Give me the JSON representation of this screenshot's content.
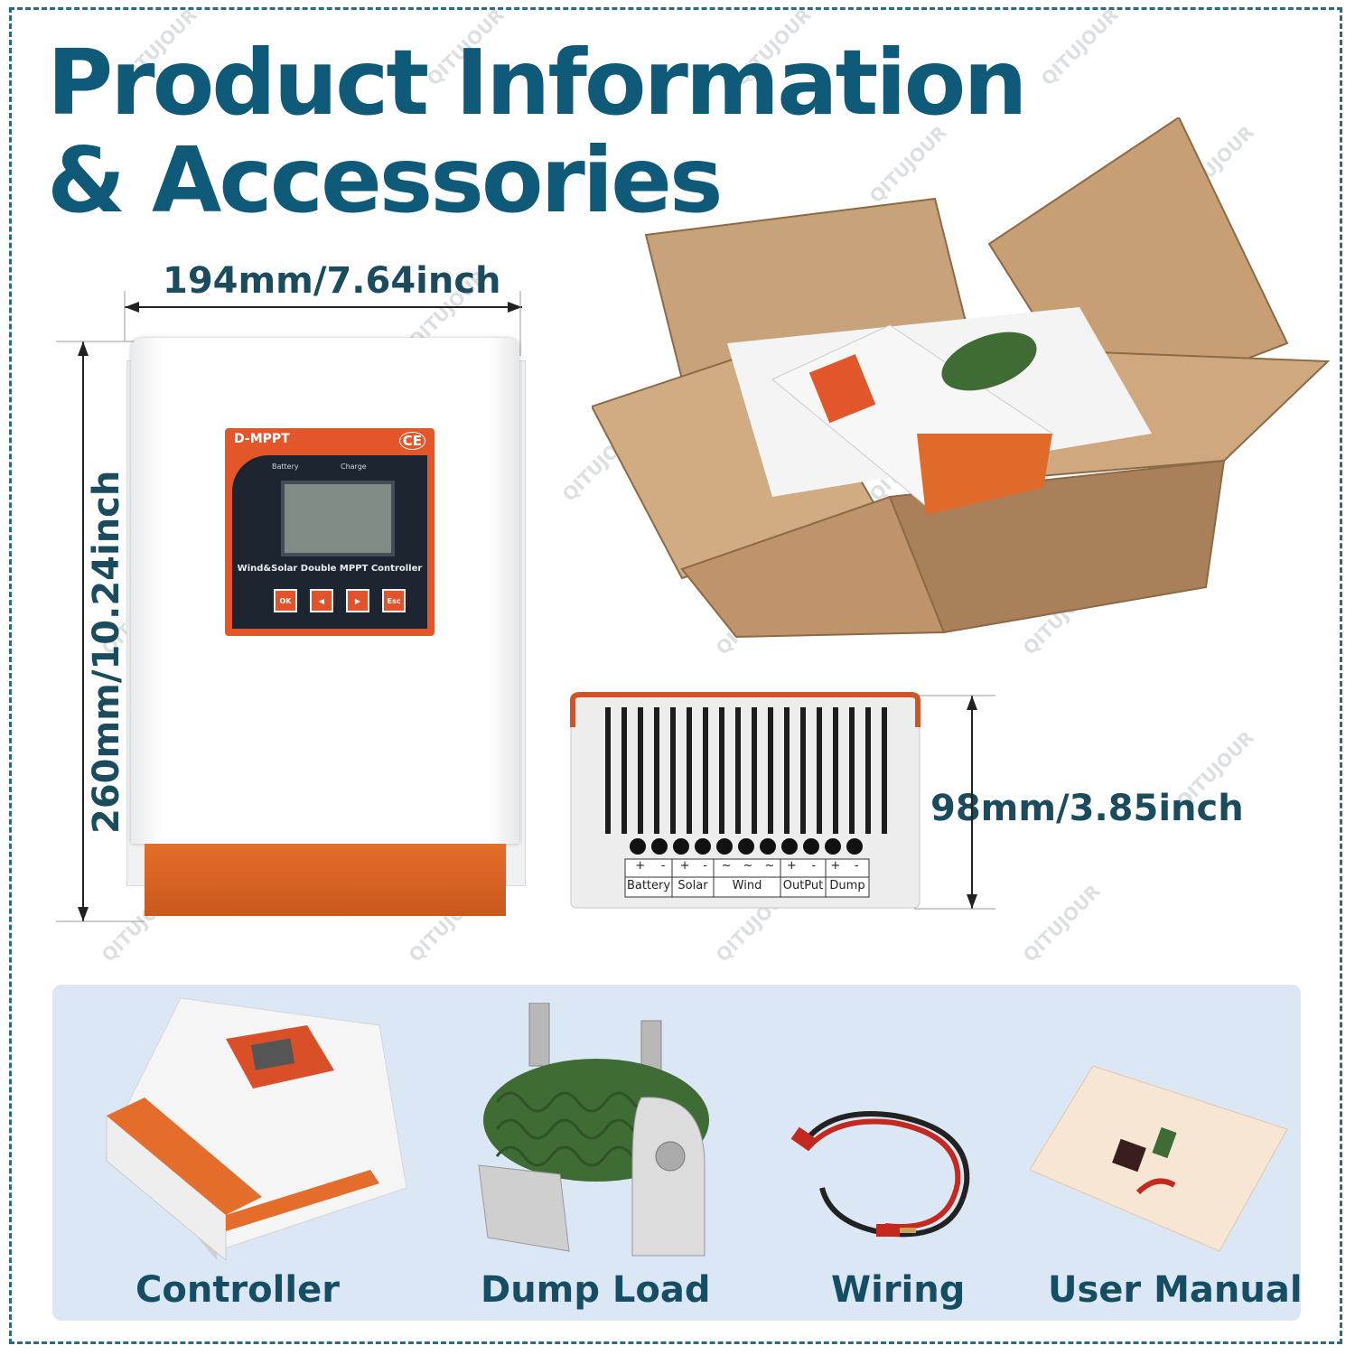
{
  "title": {
    "line1": "Product Information",
    "line2": "& Accessories"
  },
  "dimensions": {
    "width": "194mm/7.64inch",
    "height": "260mm/10.24inch",
    "depth": "98mm/3.85inch"
  },
  "controller_panel": {
    "brand": "D-MPPT",
    "ce_mark": "CE",
    "indicator_battery": "Battery",
    "indicator_charge": "Charge",
    "model_text": "Wind&Solar Double MPPT  Controller",
    "buttons": [
      "OK",
      "◀",
      "▶",
      "Esc"
    ]
  },
  "terminals": {
    "signs": [
      "+",
      "-",
      "+",
      "-",
      "~",
      "~",
      "~",
      "+",
      "-",
      "+",
      "-"
    ],
    "groups": [
      "Battery",
      "Solar",
      "Wind",
      "OutPut",
      "Dump"
    ]
  },
  "accessories": [
    "Controller",
    "Dump Load",
    "Wiring",
    "User Manual"
  ],
  "watermark": "QITUJOUR",
  "colors": {
    "title": "#0f5a78",
    "frame": "#2a6b80",
    "accent_orange": "#e56d2b",
    "accessory_bg": "#dce7f5"
  }
}
